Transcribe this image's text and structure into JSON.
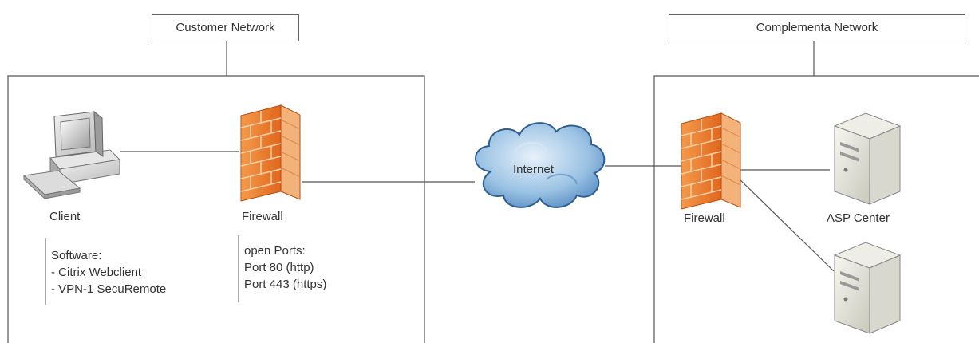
{
  "customer_network": {
    "title": "Customer Network",
    "client": {
      "label": "Client",
      "notes": [
        "Software:",
        "- Citrix Webclient",
        "- VPN-1 SecuRemote"
      ]
    },
    "firewall": {
      "label": "Firewall",
      "notes": [
        "open Ports:",
        "Port 80 (http)",
        "Port 443 (https)"
      ]
    }
  },
  "internet": {
    "label": "Internet"
  },
  "complementa_network": {
    "title": "Complementa Network",
    "firewall": {
      "label": "Firewall"
    },
    "server1": {
      "label": "ASP Center"
    },
    "server2": {
      "label": ""
    }
  },
  "colors": {
    "firewall_orange": "#f07b2a",
    "cloud_blue": "#7fb2dc",
    "border_grey": "#666666"
  }
}
